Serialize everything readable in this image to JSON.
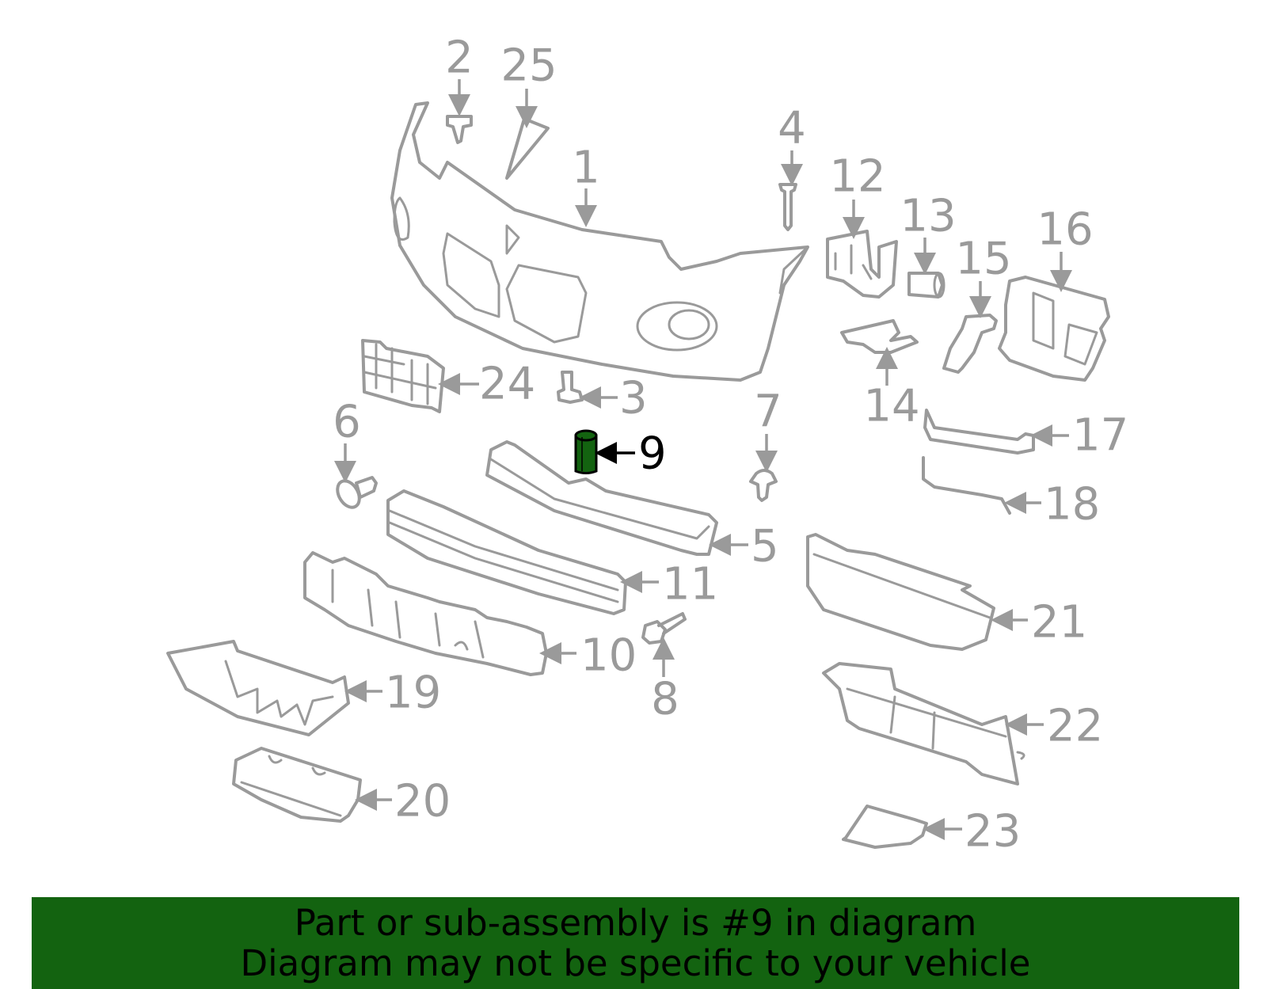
{
  "diagram": {
    "highlighted_part": "9",
    "highlight_color": "#136310",
    "part_color": "#9a9a9a",
    "labels": [
      "1",
      "2",
      "3",
      "4",
      "5",
      "6",
      "7",
      "8",
      "9",
      "10",
      "11",
      "12",
      "13",
      "14",
      "15",
      "16",
      "17",
      "18",
      "19",
      "20",
      "21",
      "22",
      "23",
      "24",
      "25"
    ]
  },
  "footer": {
    "line1": "Part or sub-assembly is #9 in diagram",
    "line2": "Diagram may not be specific to your vehicle",
    "background": "#136310"
  }
}
